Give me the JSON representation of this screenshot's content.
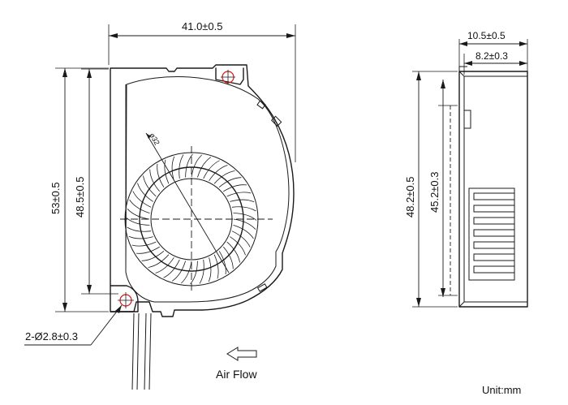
{
  "dimensions": {
    "width_top": "41.0±0.5",
    "height_outer": "53±0.5",
    "height_inner": "48.5±0.5",
    "hole_spec": "2-Ø2.8±0.3",
    "impeller_dia": "ø32",
    "side_width_outer": "10.5±0.5",
    "side_width_inner": "8.2±0.3",
    "side_height_outer": "48.2±0.5",
    "side_height_inner": "45.2±0.3"
  },
  "airflow_label": "Air Flow",
  "unit_label": "Unit:mm",
  "colors": {
    "line": "#1a1a1a",
    "hole": "#d11a1a",
    "background": "#ffffff"
  }
}
